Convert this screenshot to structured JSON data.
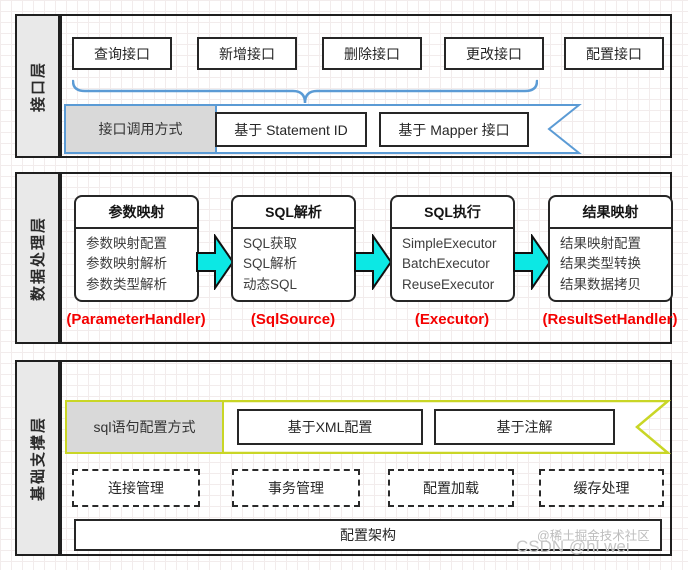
{
  "colors": {
    "accent_blue": "#5B9BD5",
    "accent_yellow": "#C9D626",
    "arrow_cyan": "#0CE8E4",
    "handler_red": "#F40000",
    "cell_gray": "#D9D9D9",
    "label_gray": "#E9E9E9"
  },
  "interface_layer": {
    "label": "接口层",
    "api_boxes": [
      "查询接口",
      "新增接口",
      "删除接口",
      "更改接口",
      "配置接口"
    ],
    "banner_title": "接口调用方式",
    "banner_items": [
      "基于 Statement ID",
      "基于 Mapper 接口"
    ]
  },
  "processing_layer": {
    "label": "数据处理层",
    "modules": [
      {
        "title": "参数映射",
        "items": [
          "参数映射配置",
          "参数映射解析",
          "参数类型解析"
        ],
        "handler": "(ParameterHandler)"
      },
      {
        "title": "SQL解析",
        "items": [
          "SQL获取",
          "SQL解析",
          "动态SQL"
        ],
        "handler": "(SqlSource)"
      },
      {
        "title": "SQL执行",
        "items": [
          "SimpleExecutor",
          "BatchExecutor",
          "ReuseExecutor"
        ],
        "handler": "(Executor)"
      },
      {
        "title": "结果映射",
        "items": [
          "结果映射配置",
          "结果类型转换",
          "结果数据拷贝"
        ],
        "handler": "(ResultSetHandler)"
      }
    ]
  },
  "foundation_layer": {
    "label": "基础支撑层",
    "banner_title": "sql语句配置方式",
    "banner_items": [
      "基于XML配置",
      "基于注解"
    ],
    "support_boxes": [
      "连接管理",
      "事务管理",
      "配置加载",
      "缓存处理"
    ],
    "bottom_box": "配置架构"
  },
  "watermarks": {
    "community": "@稀土掘金技术社区",
    "csdn": "CSDN @hl wei"
  }
}
